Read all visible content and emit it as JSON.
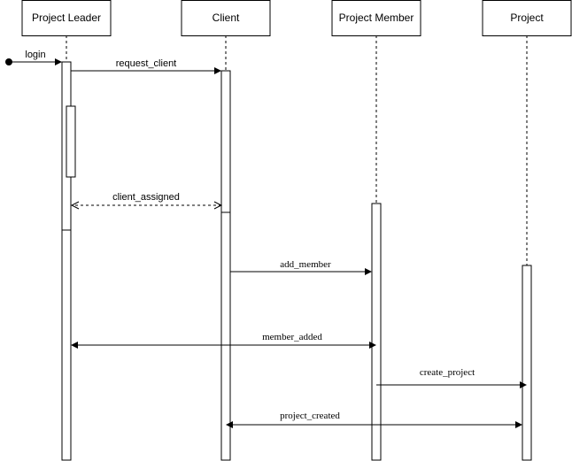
{
  "participants": [
    {
      "id": "leader",
      "label": "Project Leader"
    },
    {
      "id": "client",
      "label": "Client"
    },
    {
      "id": "member",
      "label": "Project Member"
    },
    {
      "id": "project",
      "label": "Project"
    }
  ],
  "messages": {
    "login": "login",
    "request_client": "request_client",
    "client_assigned": "client_assigned",
    "add_member": "add_member",
    "member_added": "member_added",
    "create_project": "create_project",
    "project_created": "project_created"
  }
}
